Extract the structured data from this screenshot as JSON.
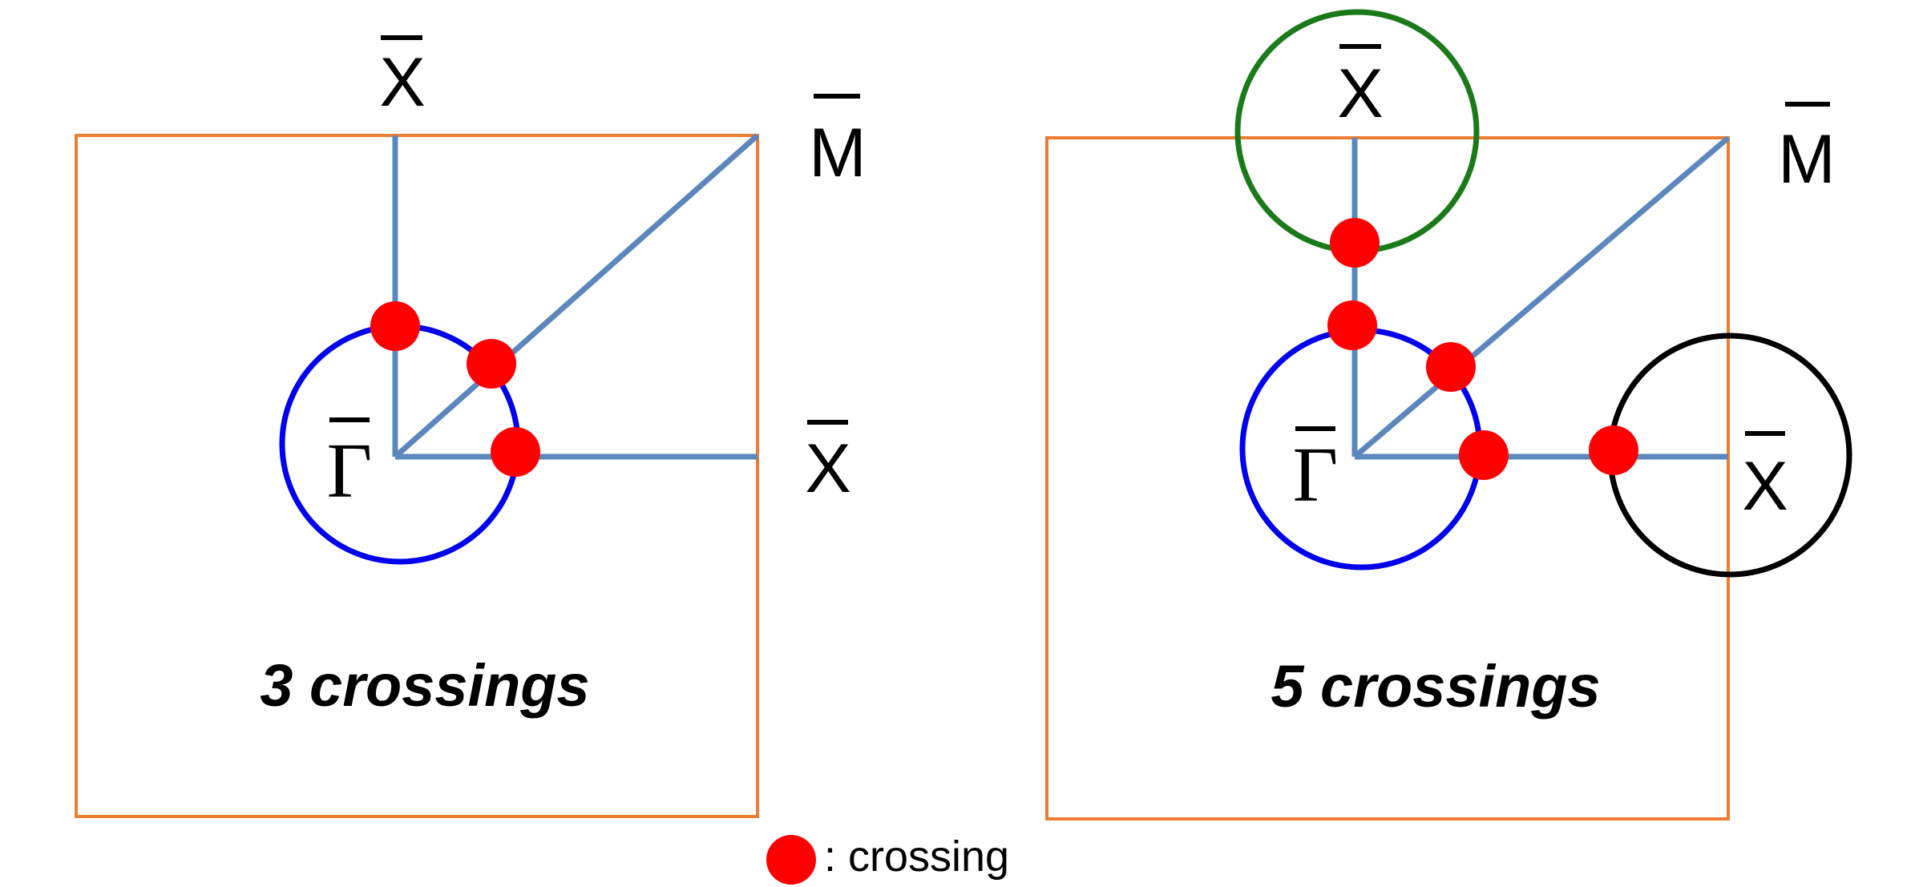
{
  "colors": {
    "zone_border": "#ED7D31",
    "path_line": "#5B87BD",
    "gamma_circle": "#0000EE",
    "x_pocket_circle_top": "#1A7A1A",
    "x_pocket_circle_right": "#000000",
    "crossing_dot": "#FF0000"
  },
  "symbols": {
    "bar": "‾",
    "x_point": "X",
    "m_point": "M",
    "gamma_point": "Γ"
  },
  "left_panel": {
    "caption": "3 crossings",
    "crossings_count": 3
  },
  "right_panel": {
    "caption": "5 crossings",
    "crossings_count": 5
  },
  "legend": {
    "text": ": crossing",
    "icon": "red-dot"
  }
}
